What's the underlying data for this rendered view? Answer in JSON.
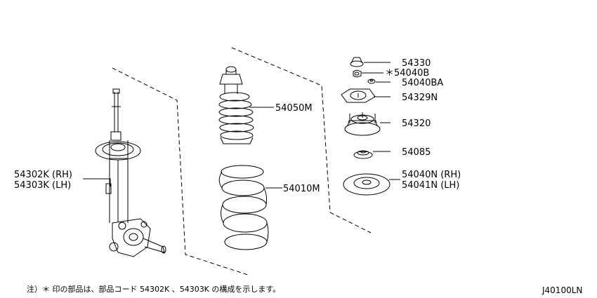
{
  "callouts": {
    "c54330": "54330",
    "c54040b": "＊54040B",
    "c54040ba": "54040BA",
    "c54329n": "54329N",
    "c54320": "54320",
    "c54085": "54085",
    "c54040n": "54040N (RH)",
    "c54041n": "54041N (LH)",
    "c54050m": "54050M",
    "c54010m": "54010M",
    "c54302k": "54302K (RH)",
    "c54303k": "54303K (LH)"
  },
  "note": "注）＊ 印の部品は、部品コード 54302K 、54303K の構成を示します。",
  "diagram_ref": "J40100LN"
}
